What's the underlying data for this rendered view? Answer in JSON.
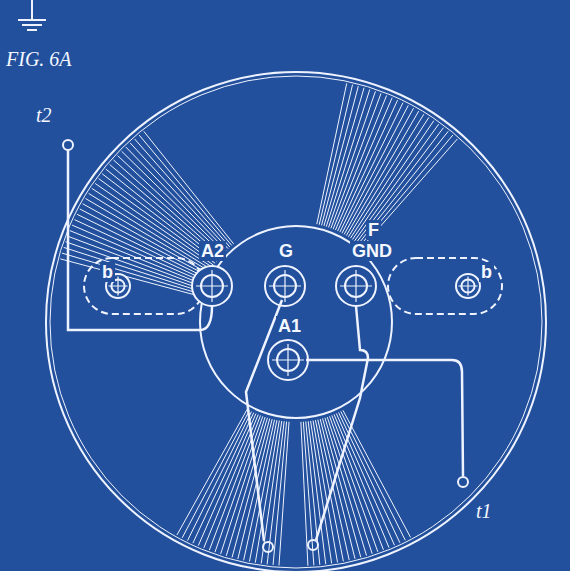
{
  "diagram": {
    "labels": [
      "FIG. 6A",
      "t2",
      "b",
      "A2",
      "G",
      "F",
      "GND",
      "b",
      "A1",
      "t1"
    ]
  }
}
